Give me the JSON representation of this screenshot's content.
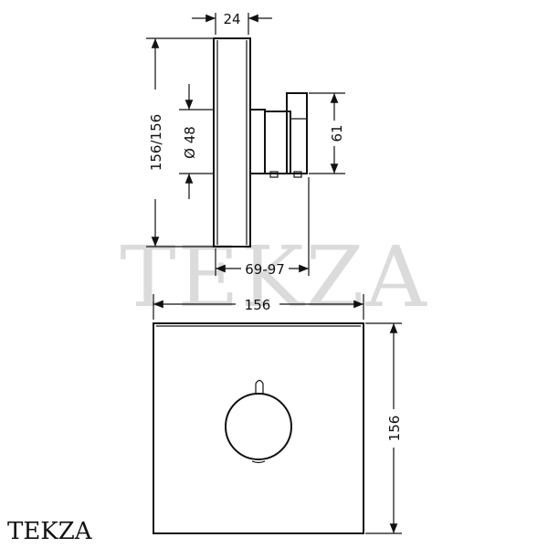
{
  "drawing": {
    "dim_top_depth": "24",
    "dim_side_height": "156/156",
    "dim_diameter": "Ø 48",
    "dim_handle_height": "61",
    "dim_depth_range": "69-97",
    "dim_front_width": "156",
    "dim_front_height": "156"
  },
  "watermark": {
    "text": "TEKZA"
  },
  "logo": {
    "text": "TEKZA"
  }
}
